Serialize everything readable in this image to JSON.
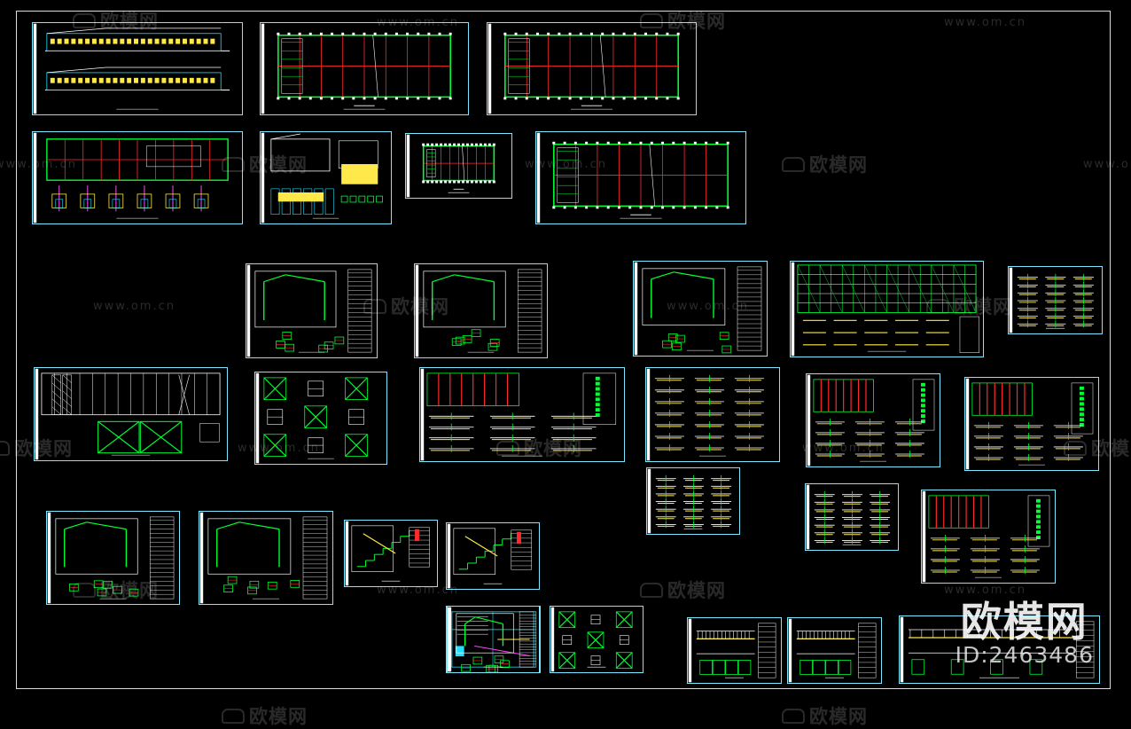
{
  "watermark": {
    "cn_text": "欧模网",
    "url_text": "www.om.cn"
  },
  "brand": {
    "name": "欧模网",
    "id_text": "ID:2463486"
  },
  "colors": {
    "background": "#000000",
    "sheet_border": "#7fe6ff",
    "frame_border": "#dcdcdc",
    "grid_green": "#00ff33",
    "grid_red": "#ff2a2a",
    "label_yellow": "#ffe94a",
    "detail_white": "#ffffff",
    "detail_cyan": "#22e0ff",
    "detail_magenta": "#ff44ff"
  },
  "sheets": [
    {
      "name": "elevation-sheet",
      "kind": "elevation"
    },
    {
      "name": "floor-plan-sheet-1",
      "kind": "plan"
    },
    {
      "name": "floor-plan-sheet-2",
      "kind": "plan"
    },
    {
      "name": "foundation-plan-sheet",
      "kind": "foundation"
    },
    {
      "name": "section-detail-sheet",
      "kind": "section"
    },
    {
      "name": "small-plan-sheet",
      "kind": "plan-small"
    },
    {
      "name": "floor-plan-sheet-3",
      "kind": "plan"
    },
    {
      "name": "frame-detail-sheet-1",
      "kind": "detail"
    },
    {
      "name": "frame-detail-sheet-2",
      "kind": "detail"
    },
    {
      "name": "frame-detail-sheet-3",
      "kind": "detail"
    },
    {
      "name": "roof-framing-sheet",
      "kind": "framing"
    },
    {
      "name": "purlin-detail-sheet",
      "kind": "beams"
    },
    {
      "name": "bracing-elevation-sheet",
      "kind": "bracing"
    },
    {
      "name": "bracing-detail-sheet",
      "kind": "bracing-detail"
    },
    {
      "name": "beam-layout-sheet-1",
      "kind": "beam-layout"
    },
    {
      "name": "beam-schedule-sheet-1",
      "kind": "beams"
    },
    {
      "name": "beam-layout-sheet-2",
      "kind": "beam-layout"
    },
    {
      "name": "beam-layout-sheet-3",
      "kind": "beam-layout"
    },
    {
      "name": "beam-schedule-sheet-2",
      "kind": "beams"
    },
    {
      "name": "node-detail-sheet-1",
      "kind": "detail"
    },
    {
      "name": "node-detail-sheet-2",
      "kind": "detail"
    },
    {
      "name": "stair-detail-sheet-1",
      "kind": "stair"
    },
    {
      "name": "stair-detail-sheet-2",
      "kind": "stair"
    },
    {
      "name": "table-sheet-1",
      "kind": "table"
    },
    {
      "name": "beam-schedule-sheet-3",
      "kind": "beams"
    },
    {
      "name": "beam-layout-sheet-4",
      "kind": "beam-layout"
    },
    {
      "name": "bracing-table-sheet",
      "kind": "bracing-detail"
    },
    {
      "name": "column-detail-sheet",
      "kind": "detail"
    },
    {
      "name": "beam-elevation-sheet-1",
      "kind": "beam-elev"
    },
    {
      "name": "beam-elevation-sheet-2",
      "kind": "beam-elev"
    },
    {
      "name": "beam-elevation-sheet-3",
      "kind": "beam-elev"
    }
  ]
}
